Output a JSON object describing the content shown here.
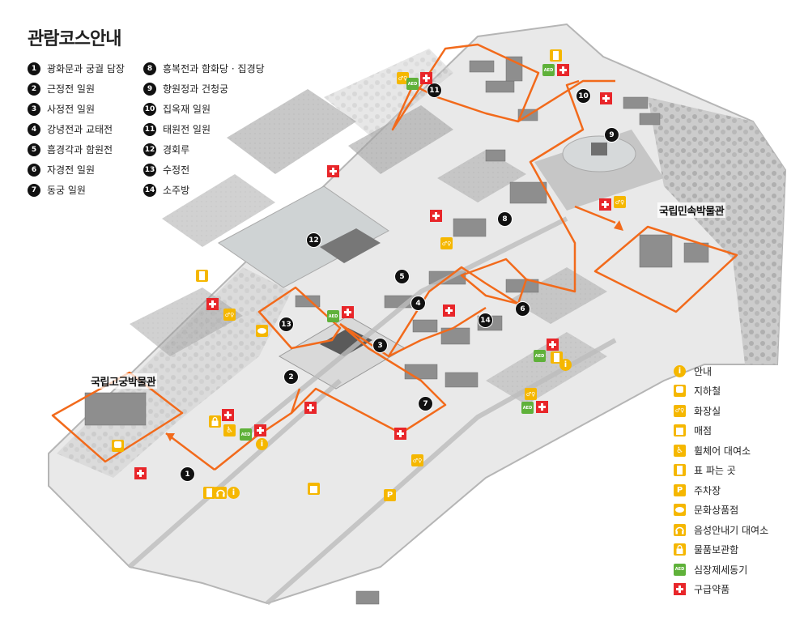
{
  "title": "관람코스안내",
  "courses": [
    {
      "num": "1",
      "label": "광화문과 궁궐 담장"
    },
    {
      "num": "2",
      "label": "근정전 일원"
    },
    {
      "num": "3",
      "label": "사정전 일원"
    },
    {
      "num": "4",
      "label": "강녕전과 교태전"
    },
    {
      "num": "5",
      "label": "흠경각과 함원전"
    },
    {
      "num": "6",
      "label": "자경전 일원"
    },
    {
      "num": "7",
      "label": "동궁 일원"
    },
    {
      "num": "8",
      "label": "흥복전과 함화당 · 집경당"
    },
    {
      "num": "9",
      "label": "향원정과 건청궁"
    },
    {
      "num": "10",
      "label": "집옥재 일원"
    },
    {
      "num": "11",
      "label": "태원전 일원"
    },
    {
      "num": "12",
      "label": "경회루"
    },
    {
      "num": "13",
      "label": "수정전"
    },
    {
      "num": "14",
      "label": "소주방"
    }
  ],
  "museums": {
    "palace": "국립고궁박물관",
    "folk": "국립민속박물관"
  },
  "legend": [
    {
      "icon": "info-icon",
      "label": "안내"
    },
    {
      "icon": "subway-icon",
      "label": "지하철"
    },
    {
      "icon": "restroom-icon",
      "label": "화장실"
    },
    {
      "icon": "shop-icon",
      "label": "매점"
    },
    {
      "icon": "wheelchair-icon",
      "label": "휠체어 대여소"
    },
    {
      "icon": "ticket-icon",
      "label": "표 파는 곳"
    },
    {
      "icon": "parking-icon",
      "label": "주차장"
    },
    {
      "icon": "gift-shop-icon",
      "label": "문화상품점"
    },
    {
      "icon": "audio-guide-icon",
      "label": "음성안내기 대여소"
    },
    {
      "icon": "locker-icon",
      "label": "물품보관함"
    },
    {
      "icon": "aed-icon",
      "label": "심장제세동기"
    },
    {
      "icon": "first-aid-icon",
      "label": "구급약품"
    }
  ],
  "colors": {
    "route": "#f26a1b",
    "first_aid": "#e8262a",
    "amenity": "#f5b700",
    "aed": "#5fb13a"
  },
  "glyphs": {
    "plus": "+",
    "info": "i",
    "parking": "P",
    "aed": "AED",
    "wheelchair": "♿",
    "restroom": "♂♀"
  }
}
